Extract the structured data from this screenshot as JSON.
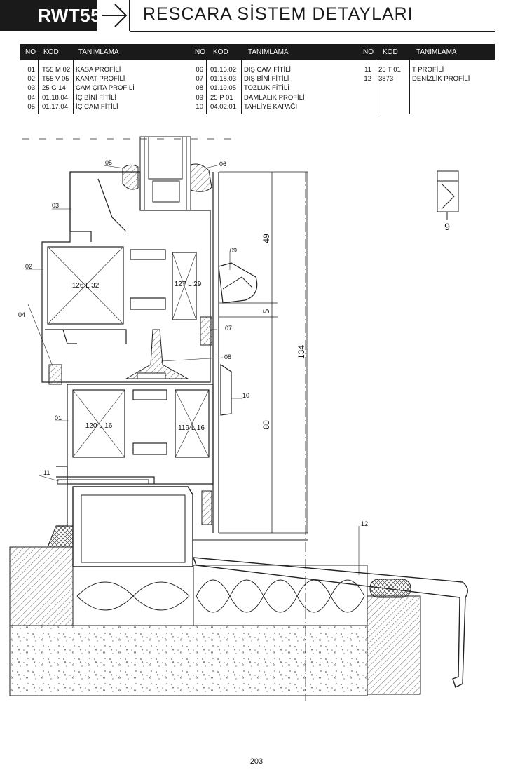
{
  "header": {
    "brand": "RWT55",
    "title": "RESCARA SİSTEM DETAYLARI"
  },
  "table": {
    "columns": [
      "NO",
      "KOD",
      "TANIMLAMA"
    ],
    "rows": [
      {
        "no": "01",
        "kod": "T55 M 02",
        "tanim": "KASA PROFİLİ"
      },
      {
        "no": "02",
        "kod": "T55 V 05",
        "tanim": "KANAT PROFİLİ"
      },
      {
        "no": "03",
        "kod": "25 G 14",
        "tanim": "CAM ÇITA PROFİLİ"
      },
      {
        "no": "04",
        "kod": "01.18.04",
        "tanim": "İÇ BİNİ FİTİLİ"
      },
      {
        "no": "05",
        "kod": "01.17.04",
        "tanim": "İÇ CAM FİTİLİ"
      },
      {
        "no": "06",
        "kod": "01.16.02",
        "tanim": "DIŞ CAM FİTİLİ"
      },
      {
        "no": "07",
        "kod": "01.18.03",
        "tanim": "DIŞ BİNİ FİTİLİ"
      },
      {
        "no": "08",
        "kod": "01.19.05",
        "tanim": "TOZLUK FİTİLİ"
      },
      {
        "no": "09",
        "kod": "25 P 01",
        "tanim": "DAMLALIK PROFİLİ"
      },
      {
        "no": "10",
        "kod": "04.02.01",
        "tanim": "TAHLİYE KAPAĞI"
      },
      {
        "no": "11",
        "kod": "25 T 01",
        "tanim": "T PROFİLİ"
      },
      {
        "no": "12",
        "kod": "3873",
        "tanim": "DENİZLİK PROFİLİ"
      }
    ]
  },
  "drawing": {
    "callouts": [
      "05",
      "06",
      "03",
      "09",
      "02",
      "04",
      "07",
      "08",
      "10",
      "01",
      "11",
      "12"
    ],
    "chambers": [
      "126 L 32",
      "127 L 29",
      "120 L 16",
      "119 L 16"
    ],
    "dimensions": [
      "49",
      "5",
      "134",
      "80"
    ],
    "legend_number": "9"
  },
  "page_number": "203"
}
